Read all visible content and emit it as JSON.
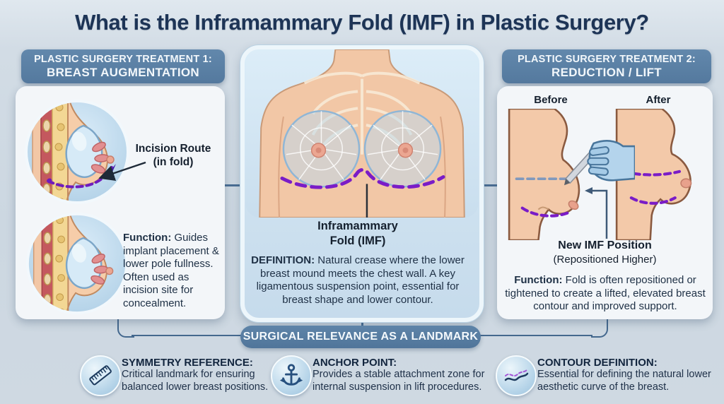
{
  "title": "What is the Inframammary Fold (IMF) in Plastic Surgery?",
  "colors": {
    "background": "#ccd7e1",
    "title_text": "#1d3456",
    "panel_header_bg": "#54799e",
    "panel_bg": "#f3f6f9",
    "center_panel_bg": "#cbdfee",
    "banner_bg": "#50759a",
    "connector": "#44688e",
    "imf_dashed_purple": "#7a1cc7",
    "skin_tone": "#f2c7a6",
    "implant_blue": "#d6eaf7",
    "glove_blue": "#b4d4ec"
  },
  "left_panel": {
    "header_line1": "PLASTIC SURGERY TREATMENT 1:",
    "header_line2": "BREAST AUGMENTATION",
    "incision_line1": "Incision Route",
    "incision_line2": "(in fold)",
    "function_label": "Function:",
    "function_text": " Guides implant placement & lower pole fullness. Often used as incision site for concealment."
  },
  "center_panel": {
    "imf_label_line1": "Inframammary",
    "imf_label_line2": "Fold (IMF)",
    "definition_label": "DEFINITION:",
    "definition_text": " Natural crease where the lower breast mound meets the chest wall. A key ligamentous suspension point, essential for breast shape and lower contour."
  },
  "right_panel": {
    "header_line1": "PLASTIC SURGERY TREATMENT 2:",
    "header_line2": "REDUCTION / LIFT",
    "before_label": "Before",
    "after_label": "After",
    "new_imf_line1": "New IMF Position",
    "new_imf_line2": "(Repositioned Higher)",
    "function_label": "Function:",
    "function_text": " Fold is often repositioned or tightened to create a lifted, elevated breast contour and improved support."
  },
  "banner": {
    "label": "SURGICAL RELEVANCE AS A LANDMARK"
  },
  "footer": {
    "items": [
      {
        "icon": "ruler-icon",
        "title": "SYMMETRY REFERENCE:",
        "text": "Critical landmark for ensuring balanced lower breast positions."
      },
      {
        "icon": "anchor-icon",
        "title": "ANCHOR POINT:",
        "text": "Provides a stable attachment zone for internal suspension in lift procedures."
      },
      {
        "icon": "contour-icon",
        "title": "CONTOUR DEFINITION:",
        "text": "Essential for defining the natural lower aesthetic curve of the breast."
      }
    ]
  }
}
